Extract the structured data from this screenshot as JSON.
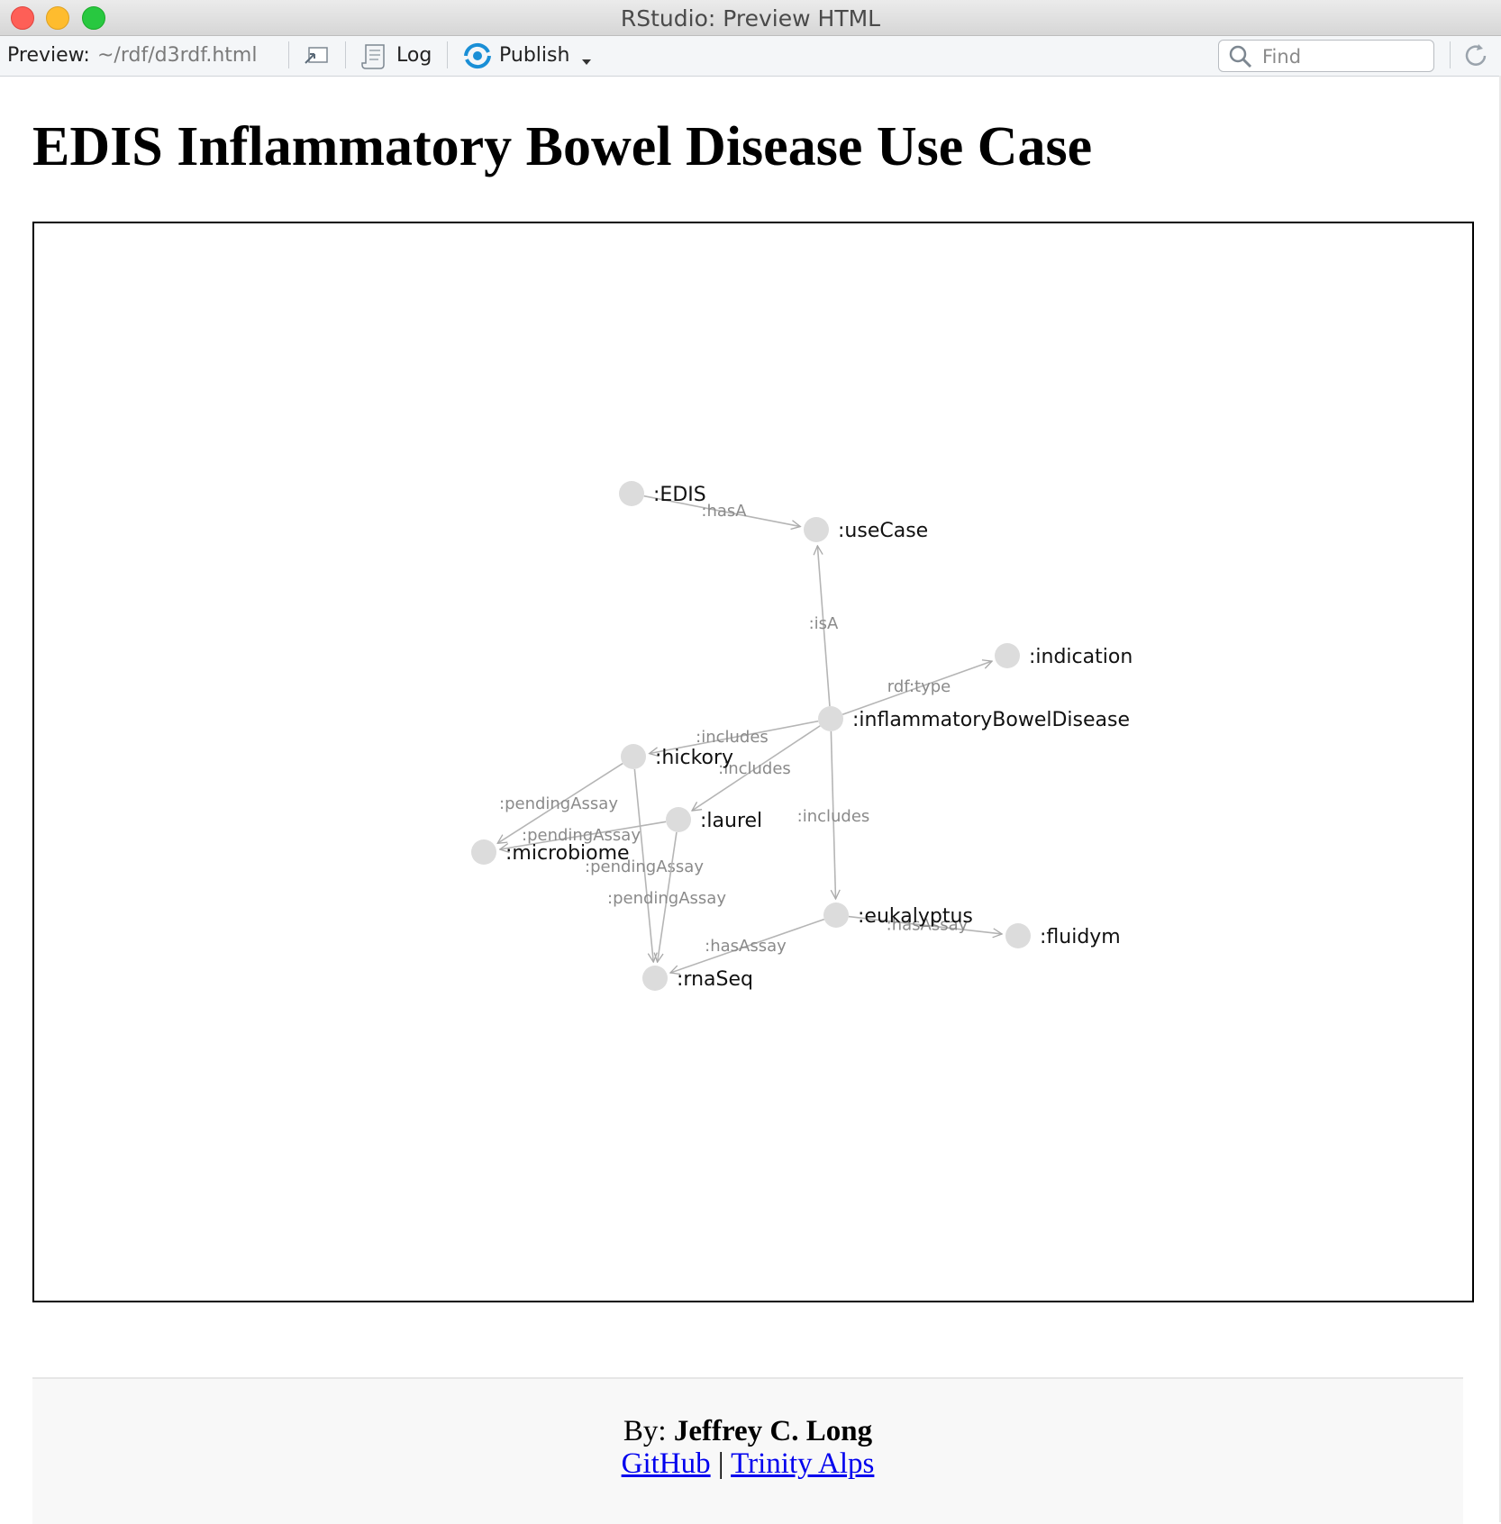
{
  "window": {
    "title": "RStudio: Preview HTML"
  },
  "toolbar": {
    "preview_label": "Preview:",
    "path": "~/rdf/d3rdf.html",
    "log_label": "Log",
    "publish_label": "Publish",
    "find_placeholder": "Find"
  },
  "page": {
    "title": "EDIS Inflammatory Bowel Disease Use Case"
  },
  "graph": {
    "nodes": [
      {
        "id": "edis",
        "label": ":EDIS"
      },
      {
        "id": "usecase",
        "label": ":useCase"
      },
      {
        "id": "indication",
        "label": ":indication"
      },
      {
        "id": "ibd",
        "label": ":inflammatoryBowelDisease"
      },
      {
        "id": "hickory",
        "label": ":hickory"
      },
      {
        "id": "laurel",
        "label": ":laurel"
      },
      {
        "id": "microbiome",
        "label": ":microbiome"
      },
      {
        "id": "eukalyptus",
        "label": ":eukalyptus"
      },
      {
        "id": "fluidym",
        "label": ":fluidym"
      },
      {
        "id": "rnaseq",
        "label": ":rnaSeq"
      }
    ],
    "edges": [
      {
        "source": "edis",
        "target": "usecase",
        "label": ":hasA"
      },
      {
        "source": "ibd",
        "target": "usecase",
        "label": ":isA"
      },
      {
        "source": "ibd",
        "target": "indication",
        "label": "rdf:type"
      },
      {
        "source": "ibd",
        "target": "hickory",
        "label": ":includes"
      },
      {
        "source": "ibd",
        "target": "laurel",
        "label": ":includes"
      },
      {
        "source": "ibd",
        "target": "eukalyptus",
        "label": ":includes"
      },
      {
        "source": "hickory",
        "target": "microbiome",
        "label": ":pendingAssay"
      },
      {
        "source": "laurel",
        "target": "microbiome",
        "label": ":pendingAssay"
      },
      {
        "source": "hickory",
        "target": "rnaseq",
        "label": ":pendingAssay"
      },
      {
        "source": "laurel",
        "target": "rnaseq",
        "label": ":pendingAssay"
      },
      {
        "source": "eukalyptus",
        "target": "rnaseq",
        "label": ":hasAssay"
      },
      {
        "source": "eukalyptus",
        "target": "fluidym",
        "label": ":hasAssay"
      }
    ]
  },
  "footer": {
    "by_prefix": "By:",
    "author": "Jeffrey C. Long",
    "link1": "GitHub",
    "separator": "|",
    "link2": "Trinity Alps"
  }
}
